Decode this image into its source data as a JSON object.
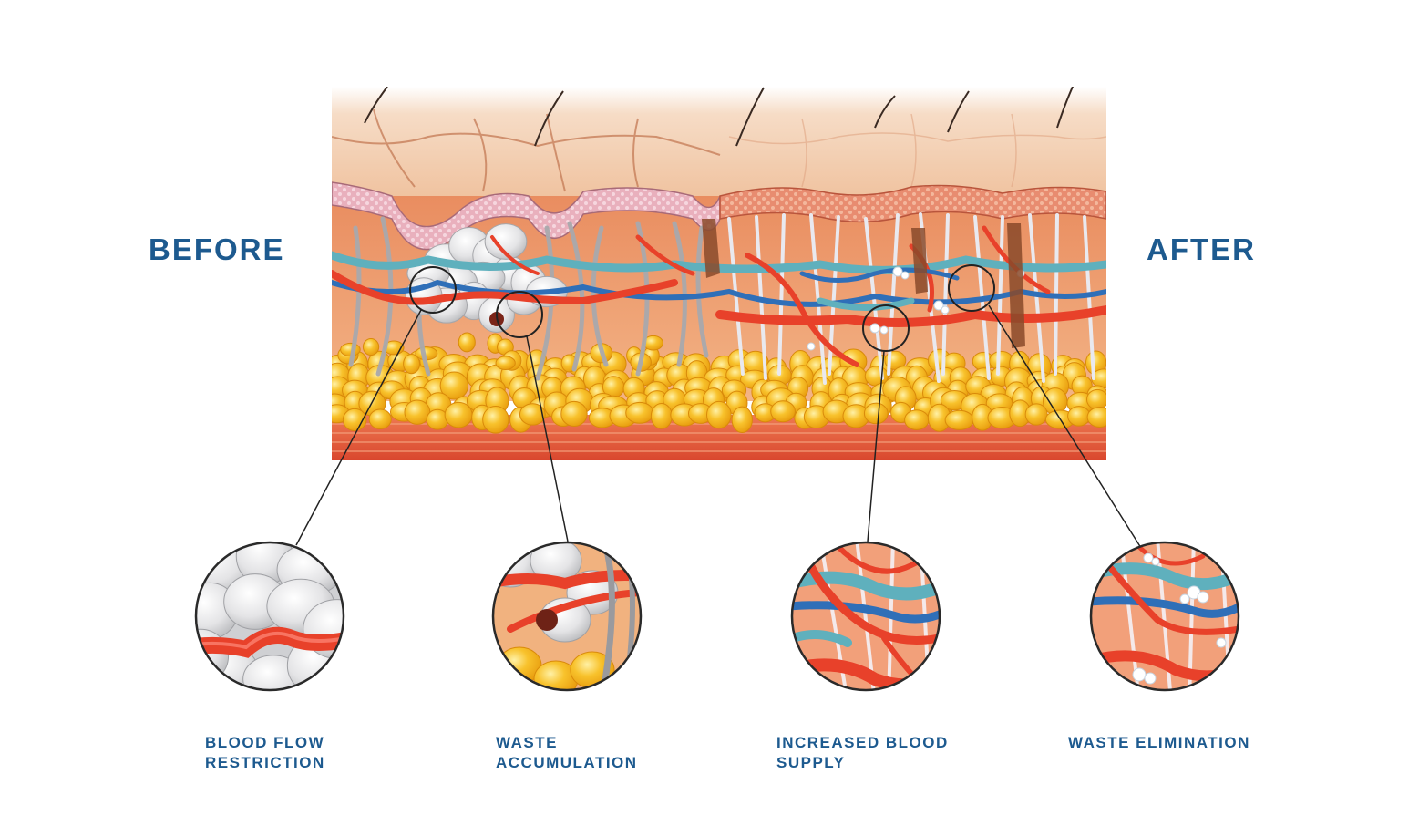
{
  "labels": {
    "before": "BEFORE",
    "after": "AFTER"
  },
  "callouts": [
    {
      "line1": "BLOOD FLOW",
      "line2": "RESTRICTION"
    },
    {
      "line1": "WASTE",
      "line2": "ACCUMULATION"
    },
    {
      "line1": "INCREASED BLOOD",
      "line2": "SUPPLY"
    },
    {
      "line1": "WASTE ELIMINATION",
      "line2": ""
    }
  ],
  "colors": {
    "label_blue": "#1d5a8f",
    "skin_surface": "#f3c9a7",
    "epidermis_pink": "#e7a9b6",
    "dermis_orange": "#e9855a",
    "artery_red": "#e8412a",
    "vein_blue": "#2f6fb8",
    "lymph_teal": "#5fb0bd",
    "fat_yellow": "#f6b21b",
    "muscle_red": "#e2563a",
    "cellulite_grey": "#dcdcdc"
  }
}
